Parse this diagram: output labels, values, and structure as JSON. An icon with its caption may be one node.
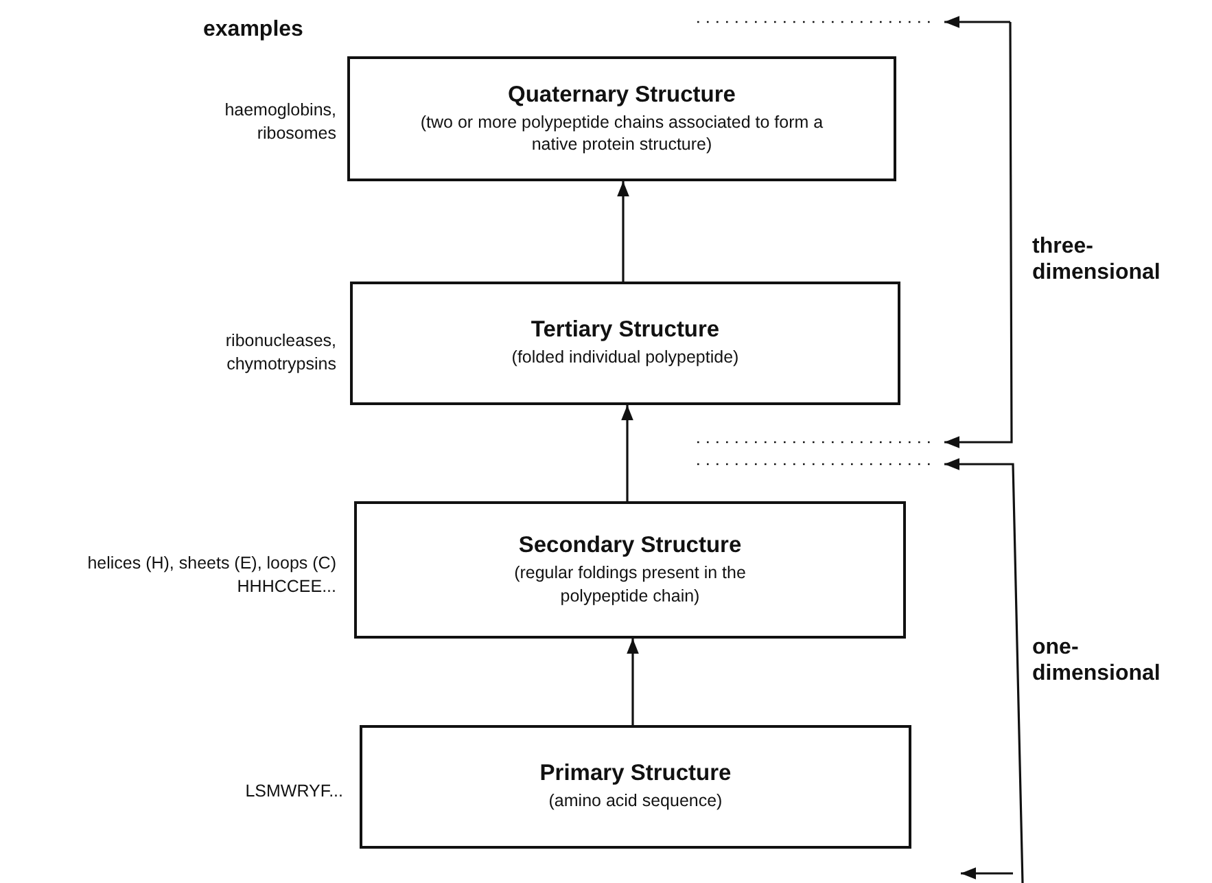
{
  "diagram": {
    "nodes": [
      {
        "text": [
          "Quaternary Structure",
          "(two or more polypeptide chains associated to form a native protein structure)"
        ],
        "beside": [
          "haemoglobins, ribosomes"
        ]
      },
      {
        "text": [
          "Tertiary Structure",
          "(folded individual polypeptide)"
        ],
        "beside": [
          "ribonucleases, chymotrypsins"
        ]
      },
      {
        "text": [
          "Secondary Structure",
          "(regular foldings present in the polypeptide chain)"
        ],
        "beside": [
          "helices (H), sheets (E), loops (C) HHHCCEE..."
        ]
      },
      {
        "text": [
          "Primary Structure",
          "(amino acid sequence)"
        ],
        "beside": [
          "LSMWRYF..."
        ]
      }
    ],
    "edges": [
      {
        "from": 3,
        "to": 2,
        "arrow": "to"
      },
      {
        "from": 2,
        "to": 1,
        "arrow": "to"
      },
      {
        "from": 1,
        "to": 0,
        "arrow": "to"
      }
    ],
    "labels": [
      "examples",
      "three-dimensional",
      "one-dimensional"
    ]
  }
}
